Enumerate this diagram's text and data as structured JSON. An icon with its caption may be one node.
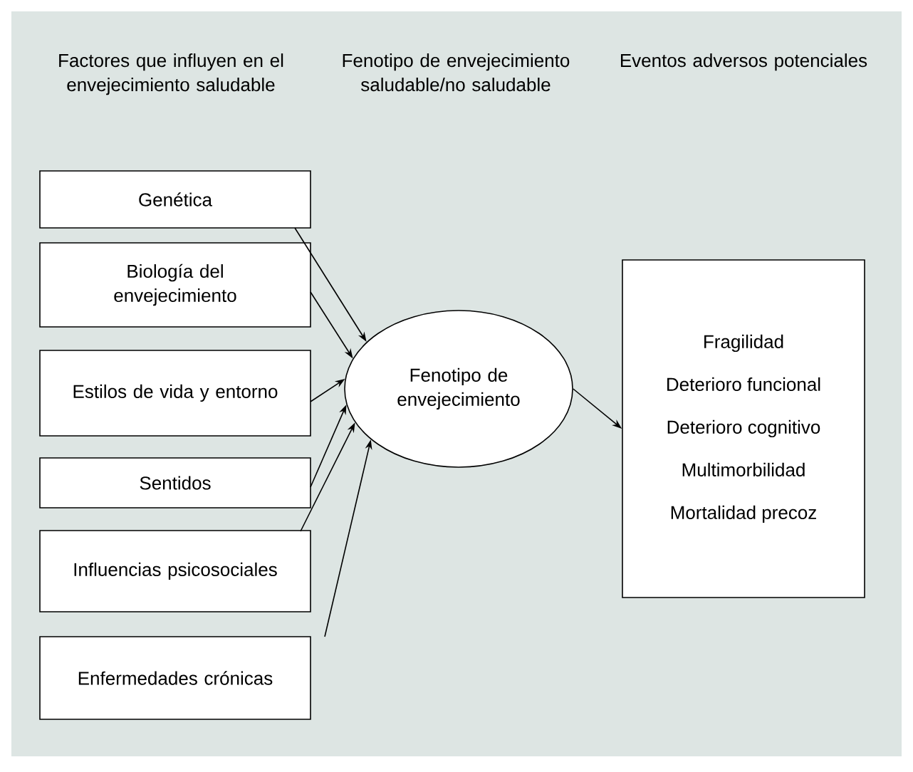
{
  "diagram": {
    "nodes": [
      {
        "text": [
          "Genética"
        ]
      },
      {
        "text": [
          "Biología del envejecimiento"
        ]
      },
      {
        "text": [
          "Estilos de vida y entorno"
        ]
      },
      {
        "text": [
          "Sentidos"
        ]
      },
      {
        "text": [
          "Influencias psicosociales"
        ]
      },
      {
        "text": [
          "Enfermedades crónicas"
        ]
      },
      {
        "text": [
          "Fenotipo de envejecimiento"
        ]
      },
      {
        "text": [
          "Fragilidad",
          "Deterioro funcional",
          "Deterioro cognitivo",
          "Multimorbilidad",
          "Mortalidad precoz"
        ]
      }
    ],
    "edges": [
      {
        "from": 0,
        "to": 6,
        "arrow": "to"
      },
      {
        "from": 1,
        "to": 6,
        "arrow": "to"
      },
      {
        "from": 2,
        "to": 6,
        "arrow": "to"
      },
      {
        "from": 3,
        "to": 6,
        "arrow": "to"
      },
      {
        "from": 4,
        "to": 6,
        "arrow": "to"
      },
      {
        "from": 5,
        "to": 6,
        "arrow": "to"
      },
      {
        "from": 6,
        "to": 7,
        "arrow": "to"
      }
    ],
    "labels": [
      "Factores que influyen en el envejecimiento saludable",
      "Fenotipo de envejecimiento saludable/no saludable",
      "Eventos adversos potenciales"
    ]
  }
}
